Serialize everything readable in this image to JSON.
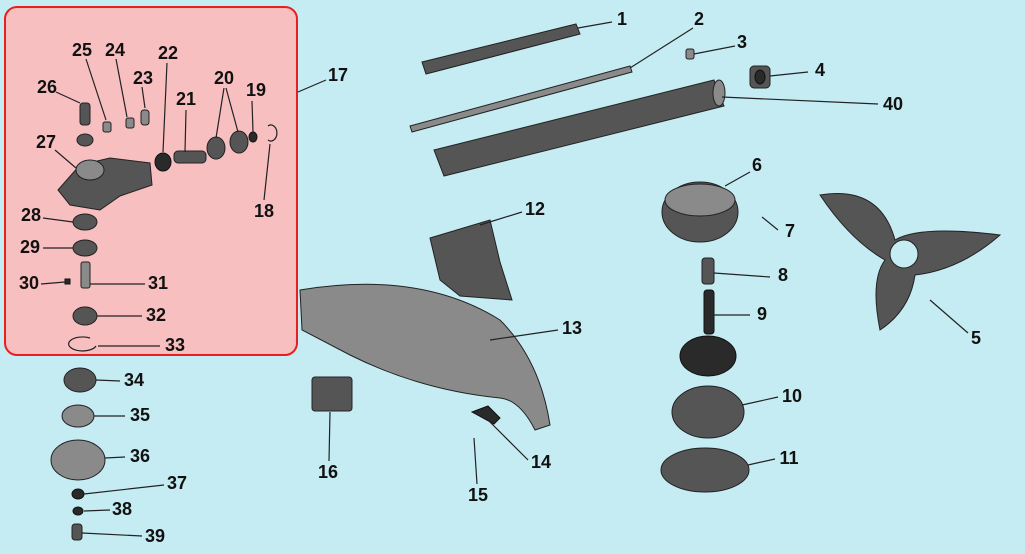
{
  "title": "Brush cutter exploded parts diagram",
  "colors": {
    "background": "#c5ecf3",
    "highlight_box": "#f8bfc1",
    "highlight_border": "#e62020"
  },
  "labels": {
    "p1": "1",
    "p2": "2",
    "p3": "3",
    "p4": "4",
    "p5": "5",
    "p6": "6",
    "p7": "7",
    "p8": "8",
    "p9": "9",
    "p10": "10",
    "p11": "11",
    "p12": "12",
    "p13": "13",
    "p14": "14",
    "p15": "15",
    "p16": "16",
    "p17": "17",
    "p18": "18",
    "p19": "19",
    "p20": "20",
    "p21": "21",
    "p22": "22",
    "p23": "23",
    "p24": "24",
    "p25": "25",
    "p26": "26",
    "p27": "27",
    "p28": "28",
    "p29": "29",
    "p30": "30",
    "p31": "31",
    "p32": "32",
    "p33": "33",
    "p34": "34",
    "p35": "35",
    "p36": "36",
    "p37": "37",
    "p38": "38",
    "p39": "39",
    "p40": "40"
  }
}
